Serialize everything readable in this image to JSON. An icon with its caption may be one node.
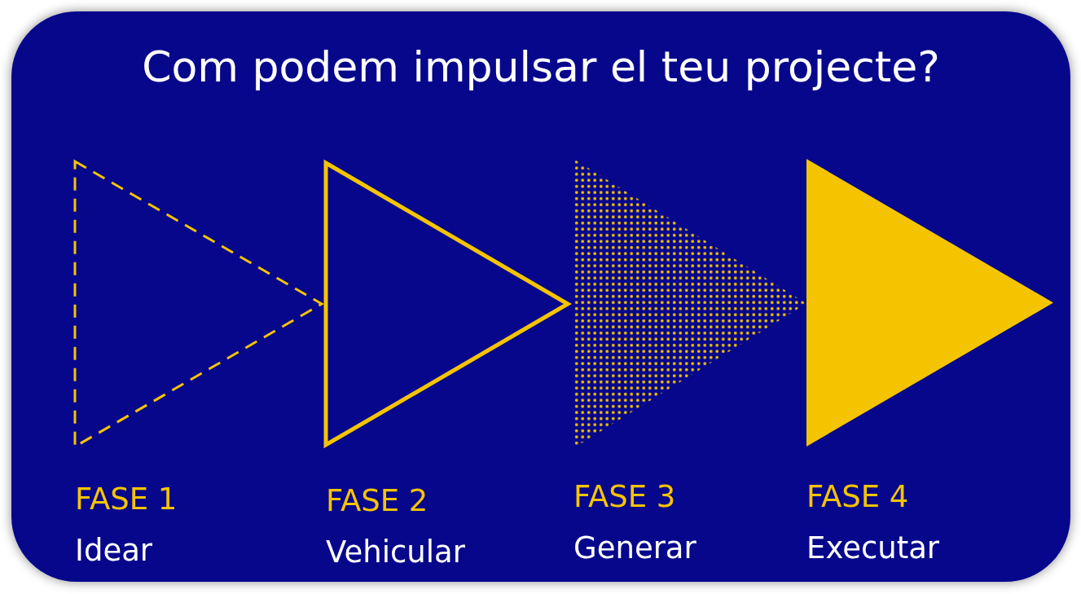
{
  "diagram": {
    "title": "Com podem impulsar el teu projecte?",
    "nodes": [
      {
        "text": [
          "FASE 1",
          "Idear"
        ]
      },
      {
        "text": [
          "FASE 2",
          "Vehicular"
        ]
      },
      {
        "text": [
          "FASE 3",
          "Generar"
        ]
      },
      {
        "text": [
          "FASE 4",
          "Executar"
        ]
      }
    ]
  }
}
